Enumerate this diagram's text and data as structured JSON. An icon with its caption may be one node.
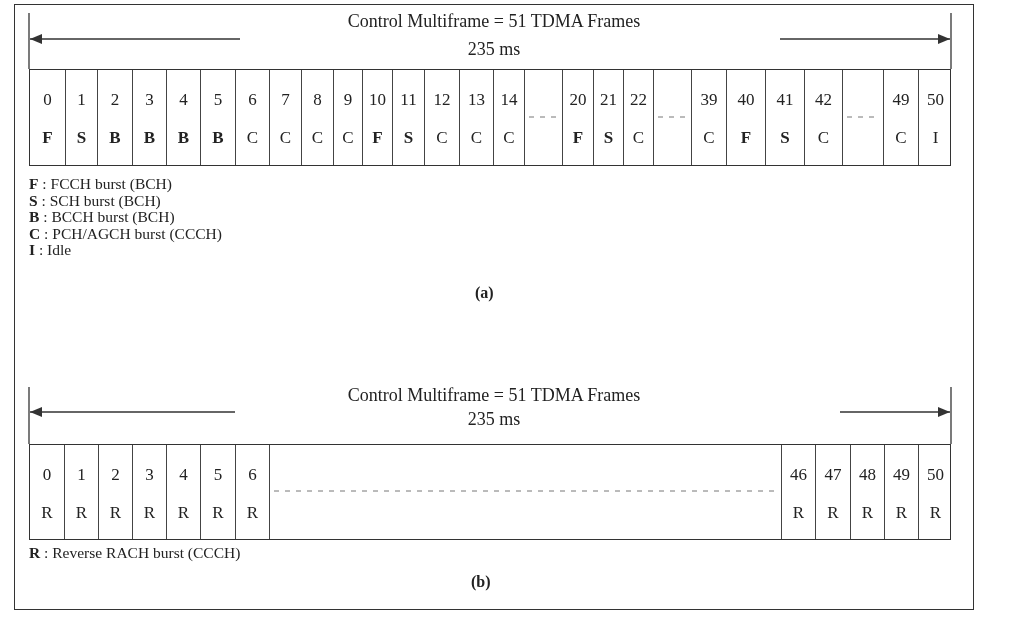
{
  "diagram": {
    "labels": [
      "Control Multiframe = 51 TDMA Frames",
      "235 ms",
      "0",
      "1",
      "2",
      "3",
      "4",
      "5",
      "6",
      "7",
      "8",
      "9",
      "10",
      "11",
      "12",
      "13",
      "14",
      "20",
      "21",
      "22",
      "39",
      "40",
      "41",
      "42",
      "49",
      "50",
      "F",
      "S",
      "B",
      "B",
      "B",
      "B",
      "C",
      "C",
      "C",
      "C",
      "F",
      "S",
      "C",
      "C",
      "C",
      "F",
      "S",
      "C",
      "C",
      "F",
      "S",
      "C",
      "C",
      "I",
      "**F** : FCCH burst (BCH)",
      "**S** : SCH burst (BCH)",
      "**B** : BCCH burst (BCH)",
      "**C** : PCH/AGCH burst (CCCH)",
      "**I** : Idle",
      "(a)",
      "Control Multiframe = 51 TDMA Frames",
      "235 ms",
      "0",
      "1",
      "2",
      "3",
      "4",
      "5",
      "6",
      "46",
      "47",
      "48",
      "49",
      "50",
      "R",
      "R",
      "R",
      "R",
      "R",
      "R",
      "R",
      "R",
      "R",
      "R",
      "R",
      "R",
      "**R** : Reverse RACH burst (CCCH)",
      "(b)"
    ]
  }
}
